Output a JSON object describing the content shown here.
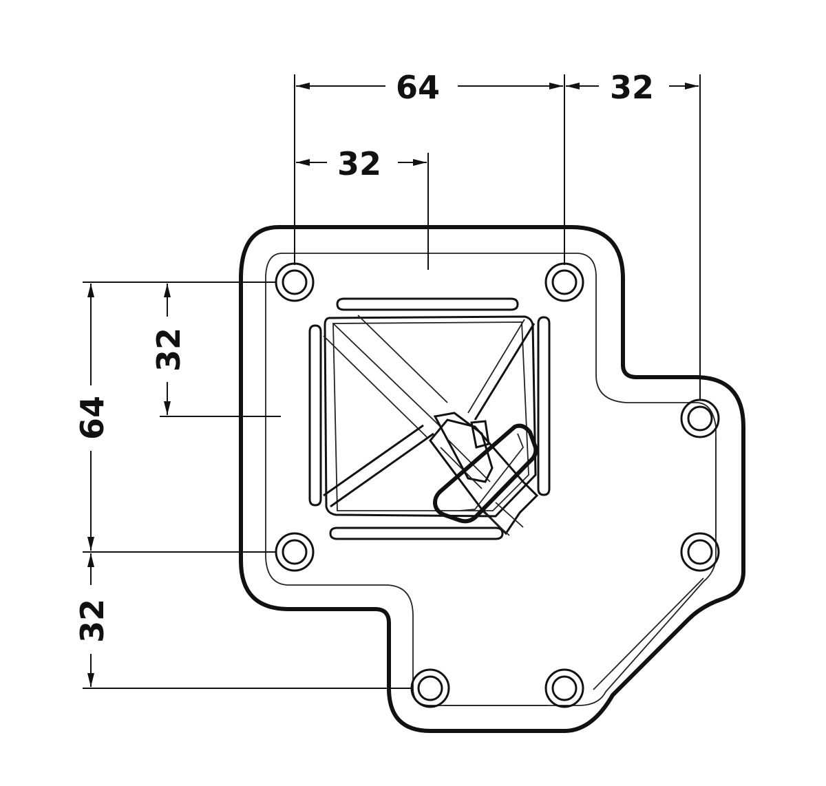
{
  "drawing": {
    "line_color": "#111111",
    "background": "#ffffff"
  },
  "dimensions": {
    "top_overall_left": "64",
    "top_overall_right": "32",
    "top_inner": "32",
    "left_overall": "64",
    "left_inner": "32",
    "left_lower": "32"
  },
  "icons": {
    "arrow": "arrowhead"
  }
}
